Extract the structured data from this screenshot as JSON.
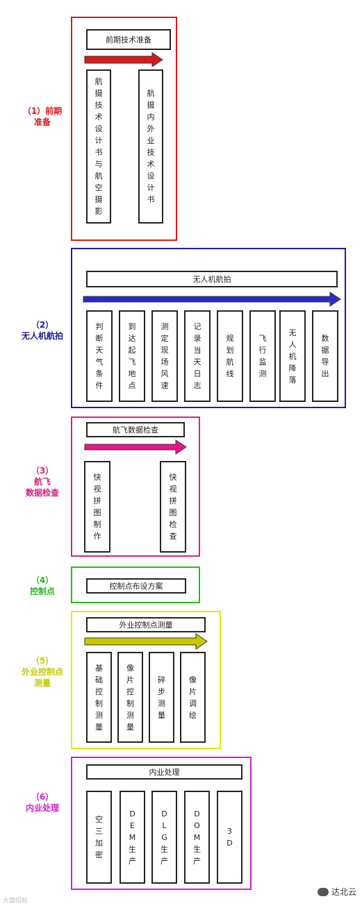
{
  "stages": [
    {
      "label": "（1）前期\n准备",
      "color": "#d7191c",
      "header": "前期技术准备",
      "steps": [
        "航摄技术设计书与航空摄影",
        "航摄内外业技术设计书"
      ]
    },
    {
      "label": "（2）\n无人机航拍",
      "color": "#1b1b9c",
      "header": "无人机航拍",
      "steps": [
        "判断天气条件",
        "到达起飞地点",
        "测定现场风速",
        "记录当天日志",
        "规划航线",
        "飞行监测",
        "无人机降落",
        "数据导出"
      ]
    },
    {
      "label": "（3）\n航飞\n数据检查",
      "color": "#d6217a",
      "header": "航飞数据检查",
      "steps": [
        "快视拼图制作",
        "快视拼图检查"
      ]
    },
    {
      "label": "（4）\n控制点",
      "color": "#22bb22",
      "header": "控制点布设方案",
      "steps": []
    },
    {
      "label": "（5）\n外业控制点\n测量",
      "color": "#c8c800",
      "header": "外业控制点测量",
      "steps": [
        "基础控制测量",
        "像片控制测量",
        "碎步测量",
        "像片调绘"
      ]
    },
    {
      "label": "（6）\n内业处理",
      "color": "#d41bd4",
      "header": "内业处理",
      "steps": [
        "空三加密",
        "DEM生产",
        "DLG生产",
        "DOM生产",
        "3D"
      ]
    }
  ],
  "watermark": "大盛招标",
  "brand": "达北云"
}
